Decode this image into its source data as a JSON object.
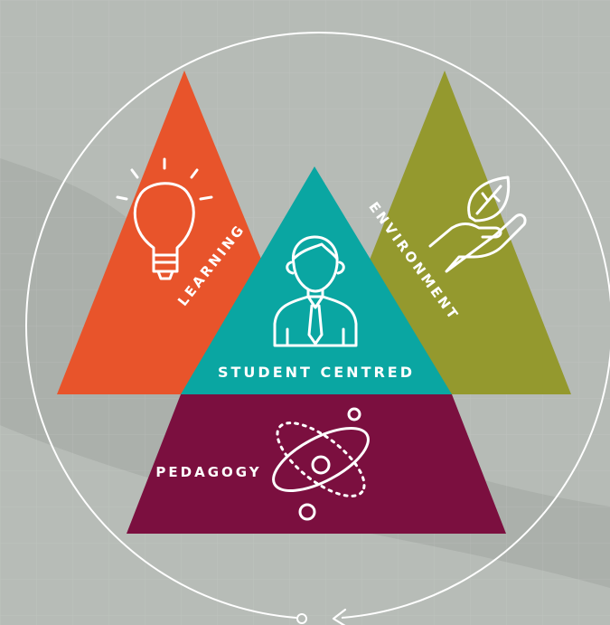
{
  "diagram": {
    "center_label": "STUDENT CENTRED",
    "labels": {
      "learning": "LEARNING",
      "environment": "ENVIRONMENT",
      "pedagogy": "PEDAGOGY"
    },
    "colors": {
      "background": "#b6bbb6",
      "learning": "#e8542b",
      "environment": "#94992e",
      "center": "#0aa6a2",
      "pedagogy": "#7b0f3f",
      "stroke": "#ffffff"
    },
    "icons": {
      "learning": "lightbulb-icon",
      "environment": "hand-leaf-icon",
      "center": "student-person-icon",
      "pedagogy": "atom-icon",
      "cycle": "cycle-arrow-icon"
    }
  }
}
